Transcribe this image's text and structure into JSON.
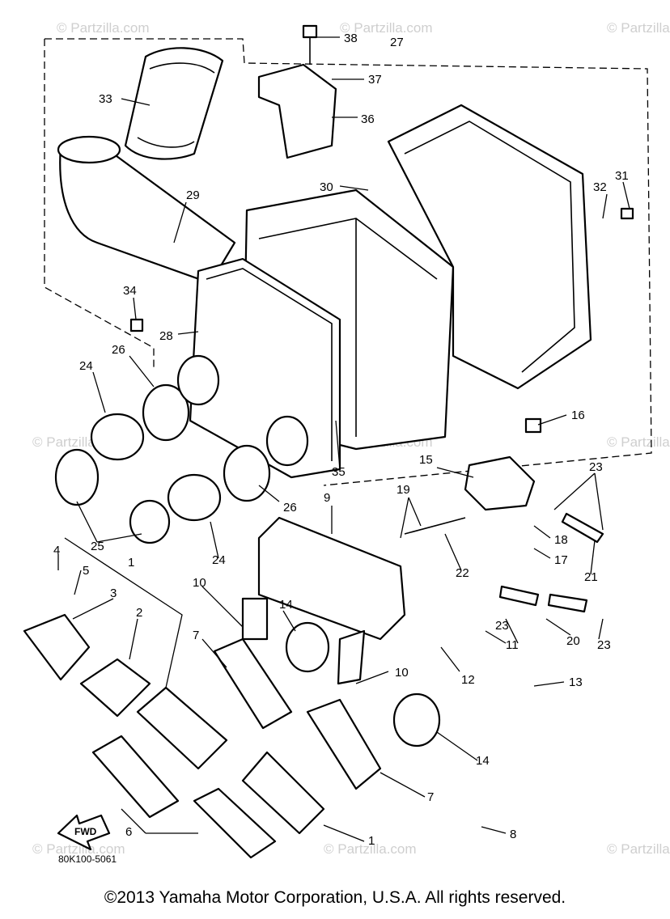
{
  "diagram": {
    "callouts": [
      "38",
      "27",
      "37",
      "33",
      "36",
      "29",
      "30",
      "32",
      "31",
      "34",
      "28",
      "26",
      "24",
      "16",
      "15",
      "23",
      "19",
      "9",
      "35",
      "26",
      "25",
      "18",
      "22",
      "17",
      "21",
      "24",
      "4",
      "1",
      "5",
      "3",
      "2",
      "10",
      "14",
      "7",
      "11",
      "23",
      "20",
      "23",
      "12",
      "10",
      "13",
      "14",
      "7",
      "8",
      "6",
      "1"
    ],
    "reference_code": "80K100-5061",
    "fwd_label": "FWD",
    "watermark": "© Partzilla.com"
  },
  "footer": {
    "copyright": "©2013 Yamaha Motor Corporation, U.S.A. All rights reserved."
  }
}
